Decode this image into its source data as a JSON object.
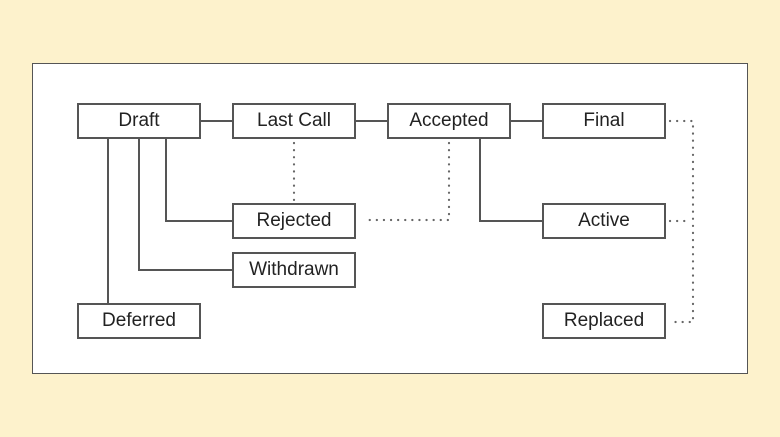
{
  "diagram": {
    "nodes": {
      "draft": "Draft",
      "last_call": "Last Call",
      "accepted": "Accepted",
      "final": "Final",
      "rejected": "Rejected",
      "active": "Active",
      "withdrawn": "Withdrawn",
      "deferred": "Deferred",
      "replaced": "Replaced"
    },
    "edges": [
      {
        "from": "Draft",
        "to": "Last Call",
        "style": "solid"
      },
      {
        "from": "Last Call",
        "to": "Accepted",
        "style": "solid"
      },
      {
        "from": "Accepted",
        "to": "Final",
        "style": "solid"
      },
      {
        "from": "Draft",
        "to": "Rejected",
        "style": "solid"
      },
      {
        "from": "Draft",
        "to": "Withdrawn",
        "style": "solid"
      },
      {
        "from": "Draft",
        "to": "Deferred",
        "style": "solid"
      },
      {
        "from": "Accepted",
        "to": "Active",
        "style": "solid"
      },
      {
        "from": "Last Call",
        "to": "Rejected",
        "style": "dotted"
      },
      {
        "from": "Accepted",
        "to": "Rejected",
        "style": "dotted"
      },
      {
        "from": "Final",
        "to": "Replaced",
        "style": "dotted"
      },
      {
        "from": "Active",
        "to": "Replaced",
        "style": "dotted"
      }
    ],
    "colors": {
      "background": "#fdf2cc",
      "canvas": "#ffffff",
      "stroke": "#555555",
      "dotted": "#666666",
      "text": "#222222"
    }
  }
}
